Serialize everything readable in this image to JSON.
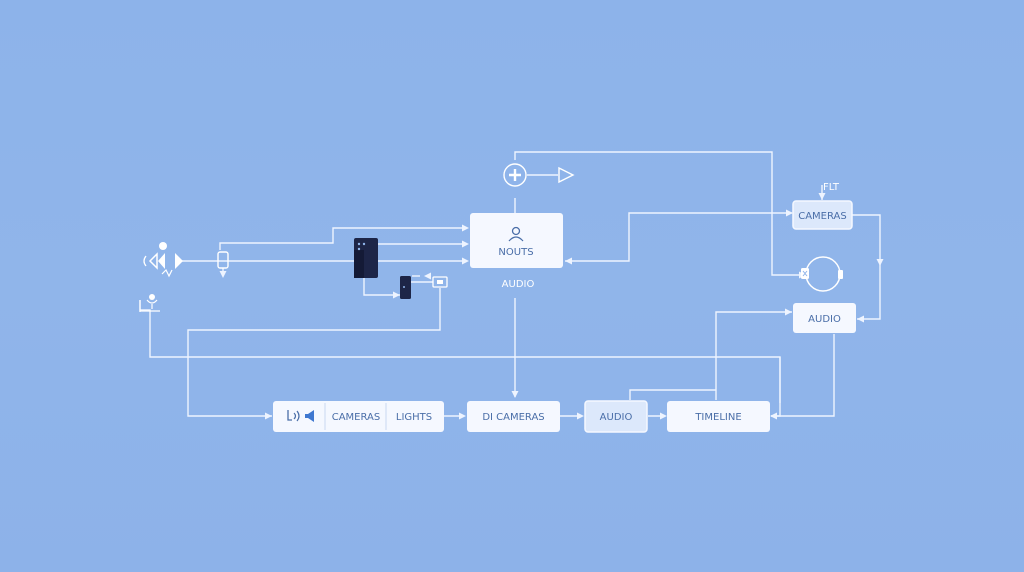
{
  "nodes": {
    "inputs": "NOUTS",
    "cameras_top": "CAMERAS",
    "audio_right": "AUDIO",
    "bar_cameras": "CAMERAS",
    "bar_lights": "LIGHTS",
    "di_cameras": "DI CAMERAS",
    "audio_bottom": "AUDIO",
    "timeline": "TIMELINE"
  },
  "labels": {
    "audio_float": "AUDIO",
    "flt": "FLT"
  },
  "colors": {
    "background": "#8fb4ea",
    "wire": "#eef4ff",
    "node_fill": "#f3f7ff",
    "node_highlight": "#dce8fb",
    "node_text": "#4a6ea8",
    "device_dark": "#1d2547"
  }
}
